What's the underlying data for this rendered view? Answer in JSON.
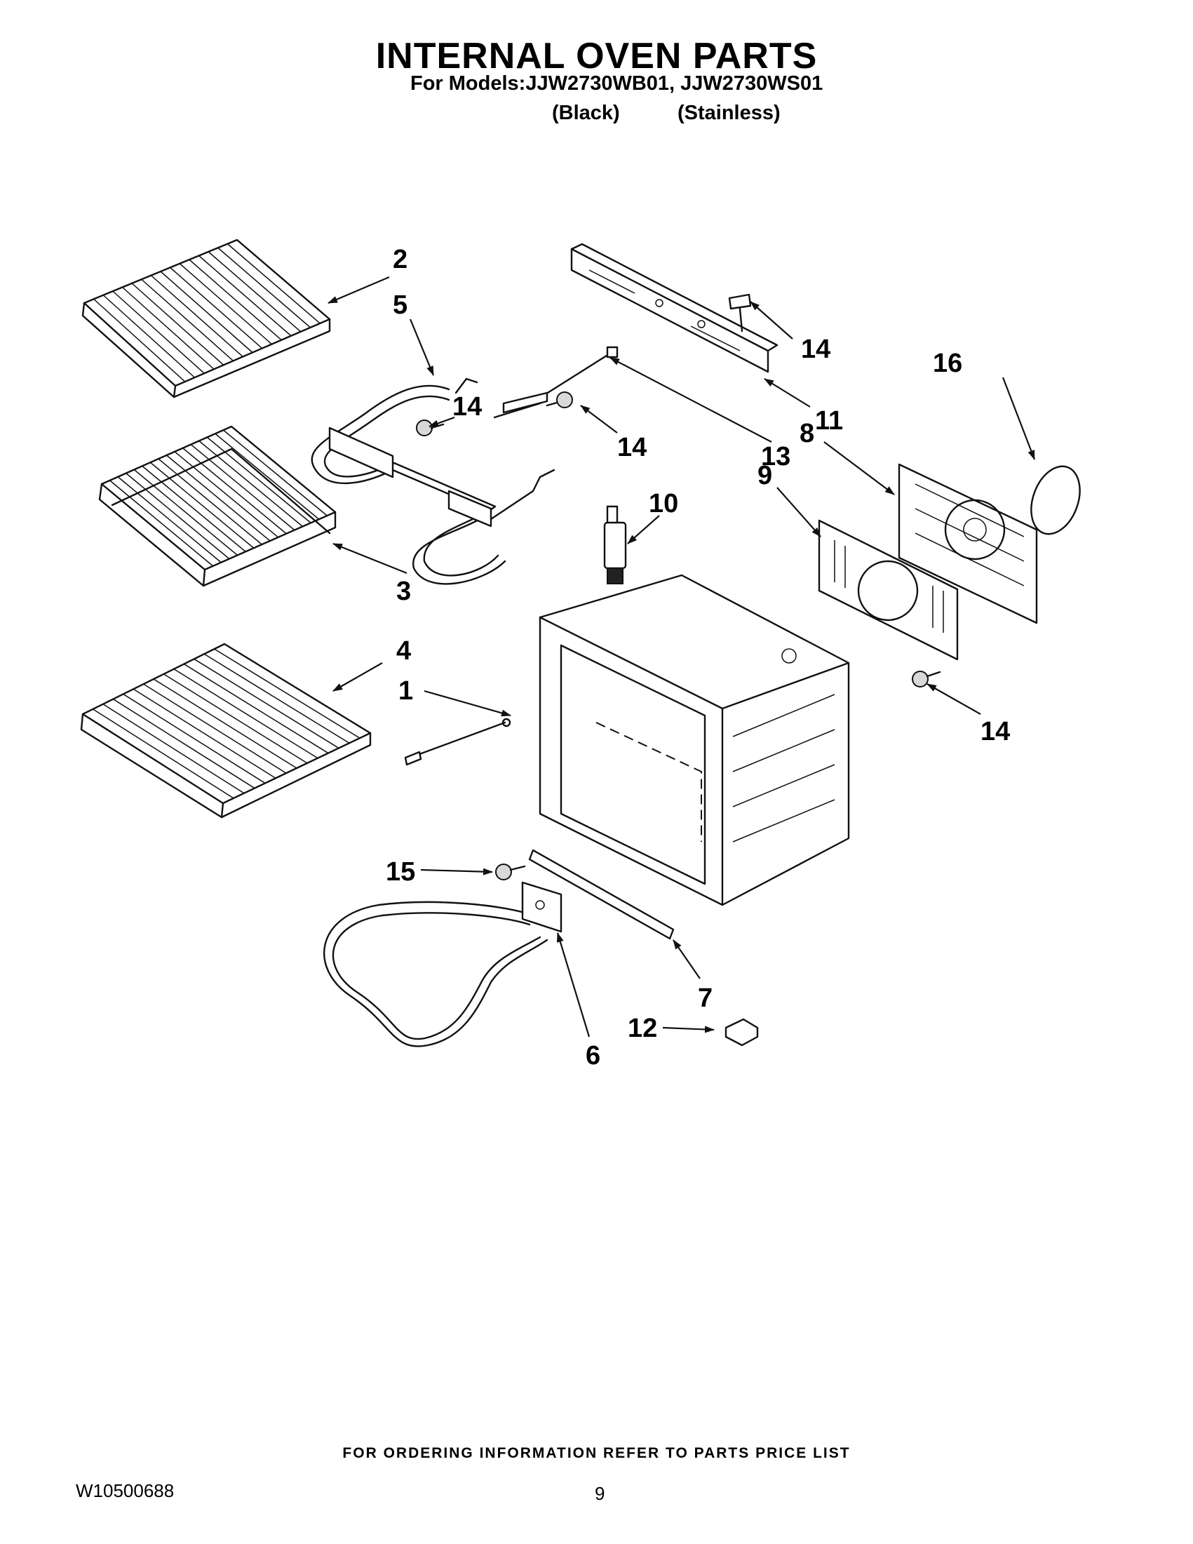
{
  "header": {
    "title": "INTERNAL OVEN PARTS",
    "models_line": "For Models:JJW2730WB01, JJW2730WS01",
    "finish_black": "(Black)",
    "finish_stainless": "(Stainless)"
  },
  "callouts": {
    "c1": "1",
    "c2": "2",
    "c3": "3",
    "c4": "4",
    "c5": "5",
    "c6": "6",
    "c7": "7",
    "c8": "8",
    "c9": "9",
    "c10": "10",
    "c11": "11",
    "c12": "12",
    "c13": "13",
    "c14a": "14",
    "c14b": "14",
    "c14c": "14",
    "c14d": "14",
    "c15": "15",
    "c16": "16"
  },
  "footer": {
    "ordering_note": "FOR ORDERING INFORMATION REFER TO PARTS PRICE LIST",
    "doc_id": "W10500688",
    "page_number": "9"
  }
}
